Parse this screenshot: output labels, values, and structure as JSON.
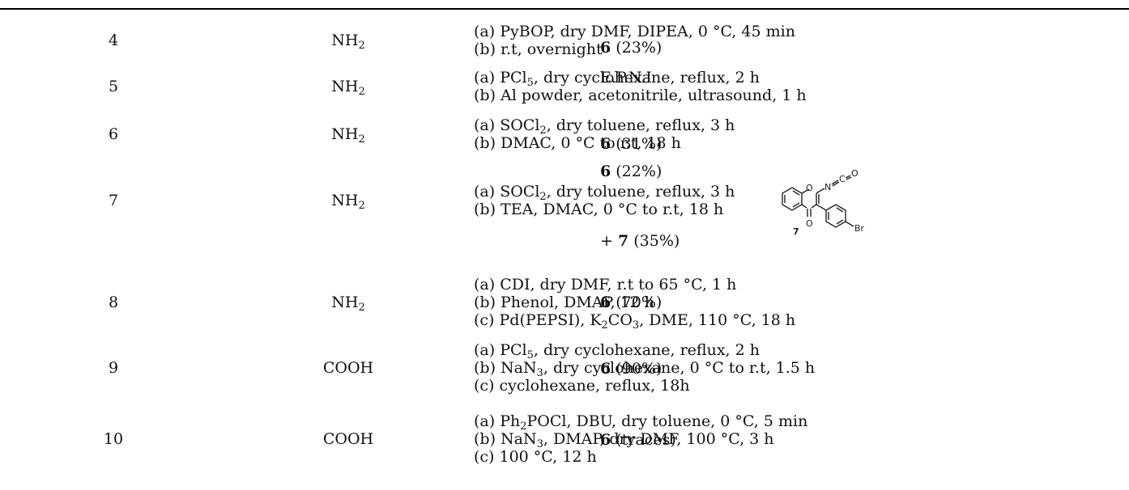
{
  "rows": [
    {
      "entry": "4",
      "group_main": "NH",
      "group_sub": "2",
      "conditions": [
        [
          "(a) PyBOP, dry DMF, DIPEA, 0 °C, 45 min"
        ],
        [
          "(b) r.t, overnight"
        ]
      ],
      "result_bold": "6",
      "result_text": " (23%)"
    },
    {
      "entry": "5",
      "group_main": "NH",
      "group_sub": "2",
      "conditions": [
        [
          "(a) PCl",
          "5",
          ", dry cyclohexane, reflux, 2 h"
        ],
        [
          "(b) Al powder, acetonitrile, ultrasound, 1 h"
        ]
      ],
      "result_bold": "",
      "result_text": "E.P.N.I"
    },
    {
      "entry": "6",
      "group_main": "NH",
      "group_sub": "2",
      "conditions": [
        [
          "(a) SOCl",
          "2",
          ", dry toluene, reflux, 3 h"
        ],
        [
          "(b) DMAC, 0 °C to r.t, 18 h"
        ]
      ],
      "result_bold": "6",
      "result_text": " (31%)"
    },
    {
      "entry": "7",
      "group_main": "NH",
      "group_sub": "2",
      "conditions": [
        [
          "(a) SOCl",
          "2",
          ", dry toluene, reflux, 3 h"
        ],
        [
          "(b) TEA, DMAC, 0 °C to r.t, 18 h"
        ]
      ],
      "result_bold": "6",
      "result_text": " (22%)",
      "result2_prefix": "+ ",
      "result2_bold": "7",
      "result2_text": " (35%)"
    },
    {
      "entry": "8",
      "group_main": "NH",
      "group_sub": "2",
      "conditions": [
        [
          "(a) CDI, dry DMF, r.t to 65 °C, 1 h"
        ],
        [
          "(b) Phenol, DMAP, 12 h"
        ],
        [
          "(c) Pd(PEPSI), K",
          "2",
          "CO",
          "3",
          ", DME, 110 °C, 18 h"
        ]
      ],
      "result_bold": "6",
      "result_text": " (70%)"
    },
    {
      "entry": "9",
      "group_main": "COOH",
      "group_sub": "",
      "conditions": [
        [
          "(a) PCl",
          "5",
          ", dry cyclohexane, reflux, 2 h"
        ],
        [
          "(b) NaN",
          "3",
          ", dry cyclohexane, 0 °C to r.t, 1.5 h"
        ],
        [
          "(c) cyclohexane, reflux, 18h"
        ]
      ],
      "result_bold": "6",
      "result_text": " (90%)"
    },
    {
      "entry": "10",
      "group_main": "COOH",
      "group_sub": "",
      "conditions": [
        [
          "(a) Ph",
          "2",
          "POCl, DBU, dry toluene, 0 °C, 5 min"
        ],
        [
          "(b) NaN",
          "3",
          ", DMAP, dry DMF, 100 °C, 3 h"
        ],
        [
          "(c) 100 °C, 12 h"
        ]
      ],
      "result_bold": "6",
      "result_text": " (traces)"
    }
  ],
  "structure": {
    "compound_number": "7",
    "label_o_ring": "O",
    "label_o_keto": "O",
    "label_n": "N",
    "label_c": "C",
    "label_o_iso": "O",
    "label_br": "Br"
  }
}
